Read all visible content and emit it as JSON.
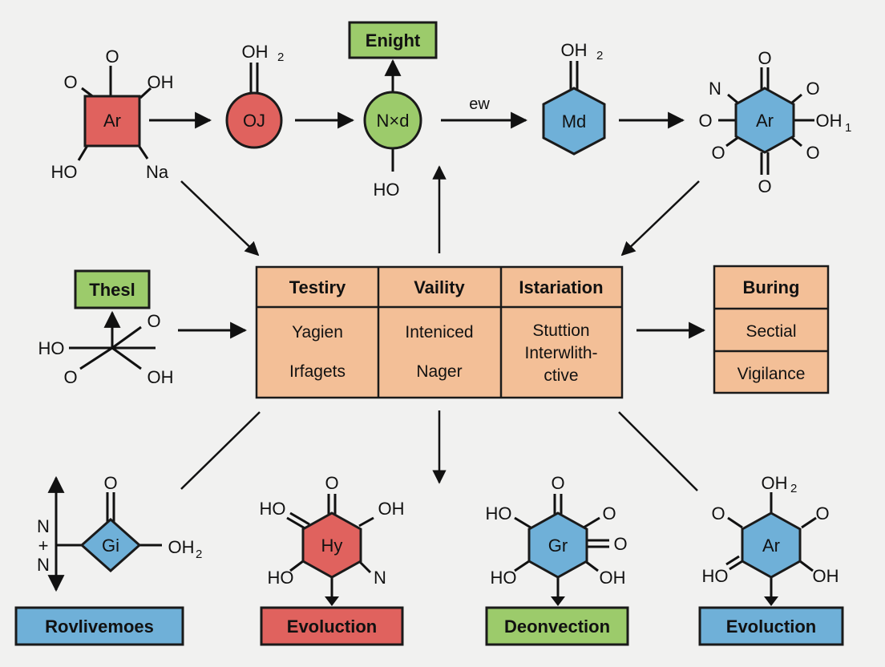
{
  "colors": {
    "red": "#e0625e",
    "green": "#9ccb6b",
    "blue": "#6fb0d8",
    "orange": "#f3bf97",
    "outline": "#1a1a1a",
    "background": "#f1f1f0"
  },
  "top_row": {
    "m1": {
      "center": "Ar",
      "top": "O",
      "left": "O",
      "right": "OH",
      "bottom_left": "HO",
      "bottom_right": "Na"
    },
    "m2": {
      "center": "OJ",
      "top": "OH",
      "top_sub": "2"
    },
    "m3": {
      "center": "N×d",
      "tag": "Enight",
      "bottom": "HO"
    },
    "arrow_label": "ew",
    "m4": {
      "center": "Md",
      "top": "OH",
      "top_sub": "2"
    },
    "m5": {
      "center": "Ar",
      "n": "N",
      "o_top": "O",
      "o_tr": "O",
      "o_left": "O",
      "oh": "OH",
      "oh_sub": "1",
      "o_bl": "O",
      "o_br": "O",
      "o_bottom": "O"
    }
  },
  "left_mid": {
    "tag": "Thesl",
    "o_right": "O",
    "ho": "HO",
    "o_bottom": "O",
    "oh": "OH"
  },
  "table": {
    "headers": [
      "Testiry",
      "Vaility",
      "Istariation"
    ],
    "col1": [
      "Yagien",
      "Irfagets"
    ],
    "col2": [
      "Inteniced",
      "Nager"
    ],
    "col3": [
      "Stuttion",
      "Interwlith-",
      "ctive"
    ]
  },
  "right_box": {
    "rows": [
      "Buring",
      "Sectial",
      "Vigilance"
    ]
  },
  "bottom": {
    "b1": {
      "center": "Gi",
      "o": "O",
      "n_top": "N",
      "plus": "+",
      "n_bottom": "N",
      "oh": "OH",
      "oh_sub": "2",
      "label": "Rovlivemoes"
    },
    "b2": {
      "center": "Hy",
      "o": "O",
      "ho_top": "HO",
      "oh": "OH",
      "ho_bottom": "HO",
      "n": "N",
      "label": "Evoluction"
    },
    "b3": {
      "center": "Gr",
      "o": "O",
      "ho_top": "HO",
      "o_right": "O",
      "o_far": "O",
      "ho_bottom": "HO",
      "oh": "OH",
      "label": "Deonvection"
    },
    "b4": {
      "center": "Ar",
      "oh_top": "OH",
      "oh_top_sub": "2",
      "o_left": "O",
      "o_right": "O",
      "ho": "HO",
      "oh": "OH",
      "label": "Evoluction"
    }
  }
}
